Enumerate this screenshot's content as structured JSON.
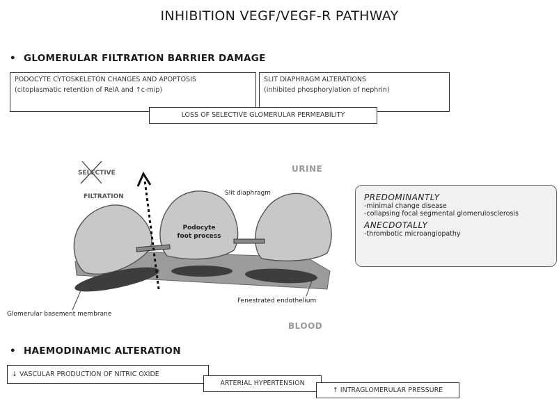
{
  "title": "INHIBITION VEGF/VEGF-R PATHWAY",
  "section1": {
    "bullet": "•",
    "heading": "GLOMERULAR FILTRATION BARRIER DAMAGE",
    "box_left": {
      "line1": "PODOCYTE CYTOSKELETON CHANGES AND APOPTOSIS",
      "line2": "(citoplasmatic retention of RelA and ↑c-mip)"
    },
    "box_right": {
      "line1": "SLIT DIAPHRAGM ALTERATIONS",
      "line2": "(inhibited phosphorylation of nephrin)"
    },
    "box_bottom": "LOSS OF SELECTIVE GLOMERULAR PERMEABILITY"
  },
  "diagram": {
    "urine": "URINE",
    "blood": "BLOOD",
    "selective": "SELECTIVE",
    "filtration": "FILTRATION",
    "slit_diaphragm": "Slit diaphragm",
    "podocyte_line1": "Podocyte",
    "podocyte_line2": "foot process",
    "fenestrated": "Fenestrated endothelium",
    "gbm": "Glomerular basement membrane"
  },
  "info": {
    "predominantly": "PREDOMINANTLY",
    "pred_items": [
      "-minimal change disease",
      "-collapsing focal segmental glomerulosclerosis"
    ],
    "anecdotally": "ANECDOTALLY",
    "anec_items": [
      "-thrombotic microangiopathy"
    ]
  },
  "section2": {
    "bullet": "•",
    "heading": "HAEMODINAMIC ALTERATION",
    "box1": "↓ VASCULAR PRODUCTION OF NITRIC OXIDE",
    "box2": "ARTERIAL HYPERTENSION",
    "box3": "↑ INTRAGLOMERULAR PRESSURE"
  }
}
